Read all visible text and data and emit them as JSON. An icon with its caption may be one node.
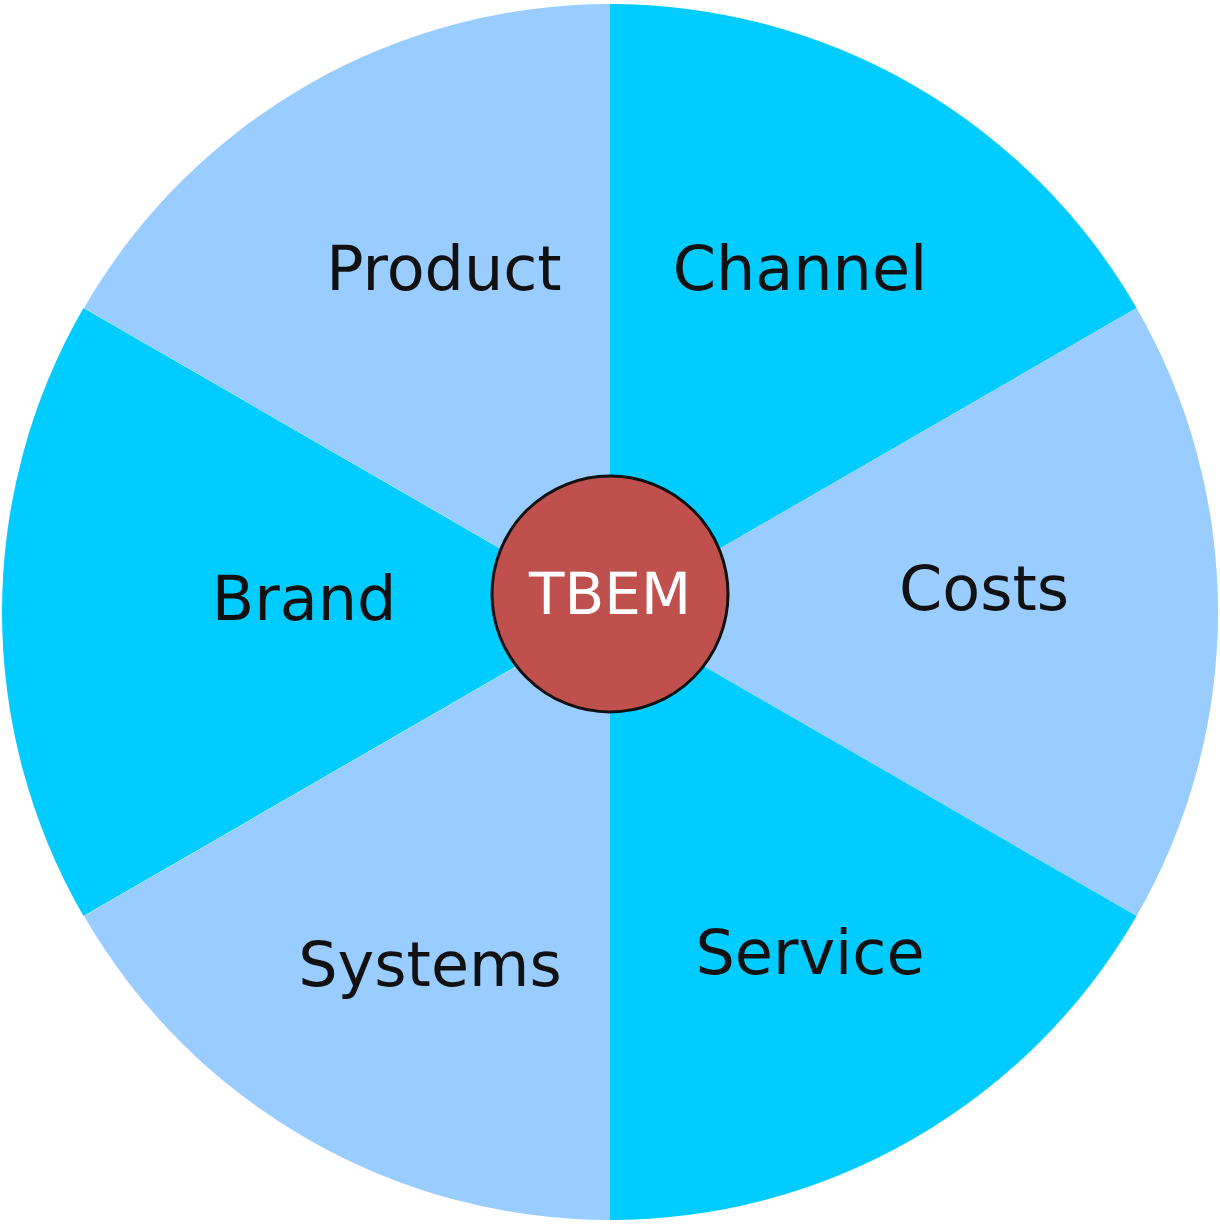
{
  "diagram": {
    "nodes": [
      {
        "text": [
          "Product"
        ]
      },
      {
        "text": [
          "Channel"
        ]
      },
      {
        "text": [
          "Brand"
        ]
      },
      {
        "text": [
          "TBEM"
        ]
      },
      {
        "text": [
          "Costs"
        ]
      },
      {
        "text": [
          "Systems"
        ]
      },
      {
        "text": [
          "Service"
        ]
      }
    ]
  }
}
